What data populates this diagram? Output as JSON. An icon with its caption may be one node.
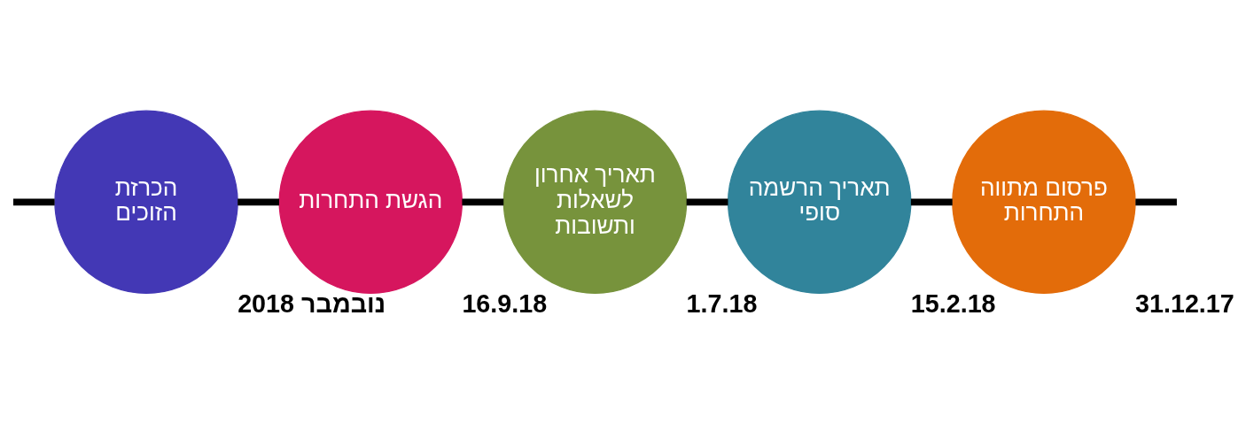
{
  "diagram": {
    "nodes": [
      {
        "text": [
          "פרסום מתווה התחרות"
        ],
        "beside": [
          "31.12.17"
        ]
      },
      {
        "text": [
          "תאריך הרשמה סופי"
        ],
        "beside": [
          "15.2.18"
        ]
      },
      {
        "text": [
          "תאריך אחרון לשאלות ותשובות"
        ],
        "beside": [
          "1.7.18"
        ]
      },
      {
        "text": [
          "הגשת התחרות"
        ],
        "beside": [
          "16.9.18"
        ]
      },
      {
        "text": [
          "הכרזת הזוכים"
        ],
        "beside": [
          "נובמבר 2018"
        ]
      }
    ],
    "edges": [
      {
        "from": null,
        "to": 0,
        "arrow": "none"
      },
      {
        "from": 0,
        "to": 1,
        "arrow": "none"
      },
      {
        "from": 1,
        "to": 2,
        "arrow": "none"
      },
      {
        "from": 2,
        "to": 3,
        "arrow": "none"
      },
      {
        "from": 3,
        "to": 4,
        "arrow": "none"
      },
      {
        "from": 4,
        "to": null,
        "arrow": "none"
      }
    ]
  }
}
